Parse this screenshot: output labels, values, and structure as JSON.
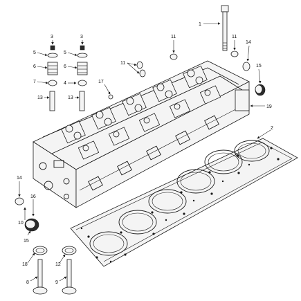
{
  "diagram": {
    "callouts": [
      "1",
      "2",
      "3",
      "3",
      "4",
      "5",
      "5",
      "6",
      "6",
      "7",
      "8",
      "9",
      "10",
      "11",
      "11",
      "11",
      "12",
      "13",
      "13",
      "14",
      "14",
      "15",
      "15",
      "16",
      "17",
      "18",
      "19"
    ]
  }
}
